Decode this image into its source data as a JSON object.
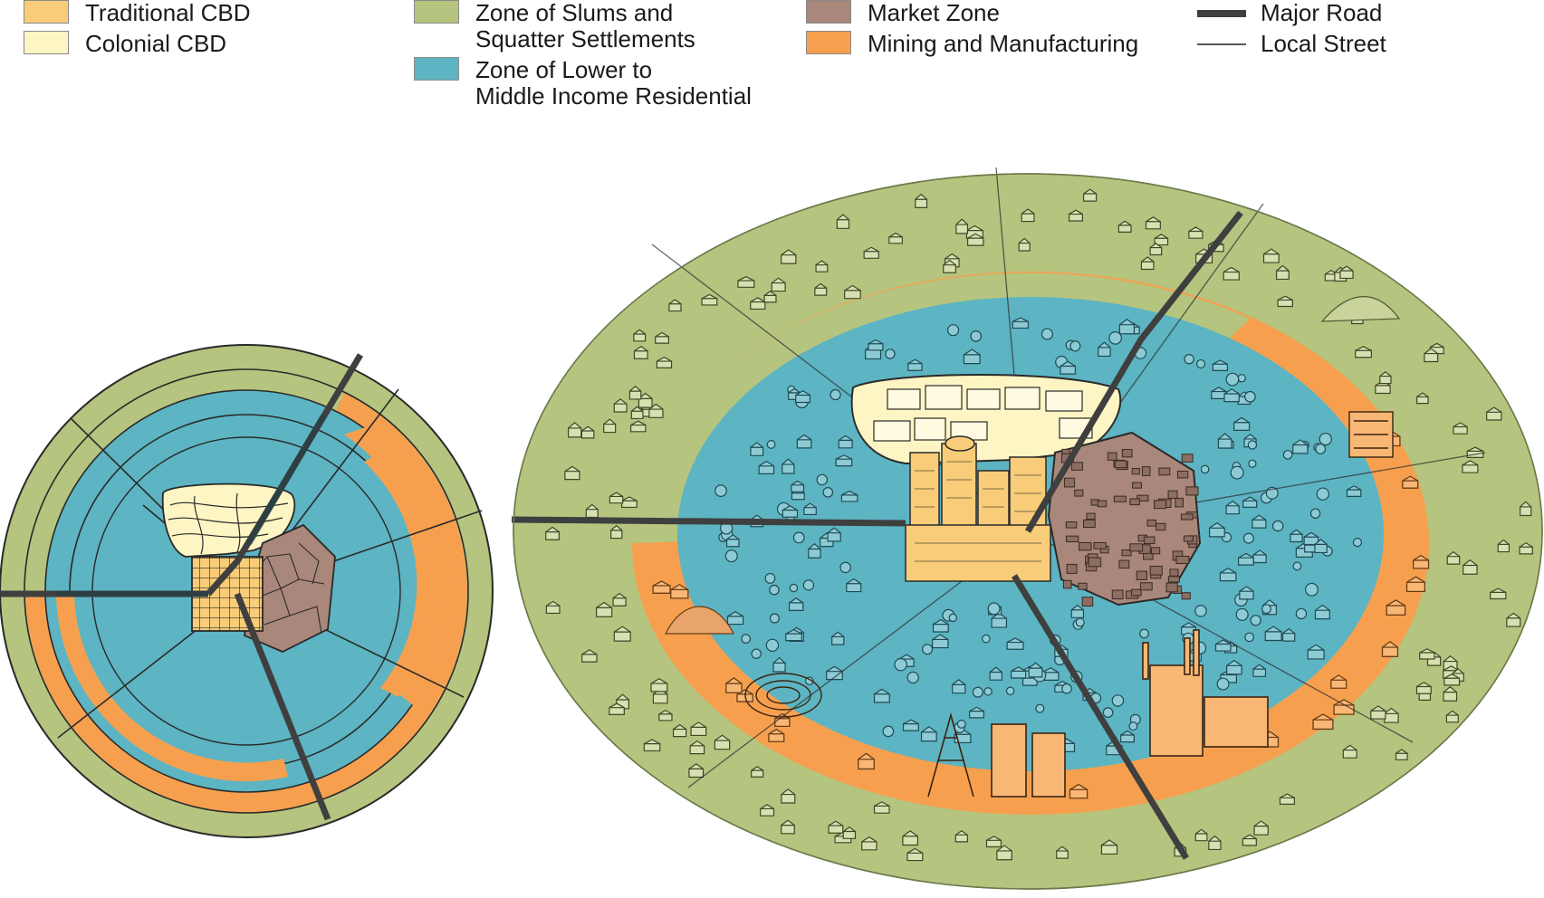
{
  "legend": {
    "traditional_cbd": {
      "label": "Traditional CBD",
      "color": "#f8cc78"
    },
    "colonial_cbd": {
      "label": "Colonial CBD",
      "color": "#fdf5c3"
    },
    "slums": {
      "line1": "Zone of Slums and",
      "line2": "Squatter Settlements",
      "color": "#b5c47f"
    },
    "residential": {
      "line1": "Zone of Lower to",
      "line2": "Middle Income Residential",
      "color": "#5db4c2"
    },
    "market": {
      "label": "Market Zone",
      "color": "#a9877a"
    },
    "mining": {
      "label": "Mining and Manufacturing",
      "color": "#f6a04f"
    },
    "major_road": {
      "label": "Major Road",
      "color": "#3f3f3f"
    },
    "local_street": {
      "label": "Local Street",
      "color": "#3f3f3f"
    }
  },
  "icons": [
    "building-icon",
    "tree-icon",
    "factory-icon",
    "mine-tower-icon",
    "open-pit-icon"
  ]
}
